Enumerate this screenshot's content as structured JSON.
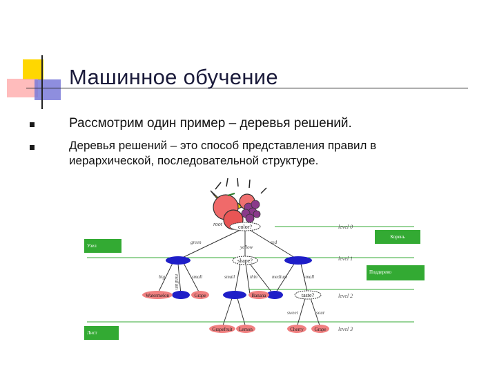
{
  "slide": {
    "title": "Машинное обучение",
    "bullets": [
      "Рассмотрим один пример – деревья решений.",
      "Деревья решений – это способ представления правил в иерархической, последовательной структуре."
    ]
  },
  "diagram": {
    "node_labels": {
      "root": "color?",
      "shape": "shape?",
      "taste": "taste?"
    },
    "edge_labels": {
      "green": "green",
      "yellow": "yellow",
      "red": "red",
      "big1": "big",
      "medium1": "medium",
      "small1": "small",
      "small2": "small",
      "thin": "thin",
      "medium2": "medium",
      "small3": "small",
      "sweet": "sweet",
      "sour": "sour"
    },
    "leaves": {
      "watermelon": "Watermelon",
      "grape1": "Grape",
      "grapefruit": "Grapefruit",
      "lemon": "Lemon",
      "banana": "Banana",
      "cherry": "Cherry",
      "grape2": "Grape"
    },
    "root_label": "root",
    "levels": [
      "level 0",
      "level 1",
      "level 2",
      "level 3"
    ],
    "callouts": {
      "koren": "Корень",
      "uzel": "Узел",
      "poddrevo": "Поддерево",
      "list": "Лист"
    }
  },
  "colors": {
    "accent_blue": "#1e1ec8",
    "leaf_red": "#f08080",
    "callout_green": "#33aa33"
  }
}
